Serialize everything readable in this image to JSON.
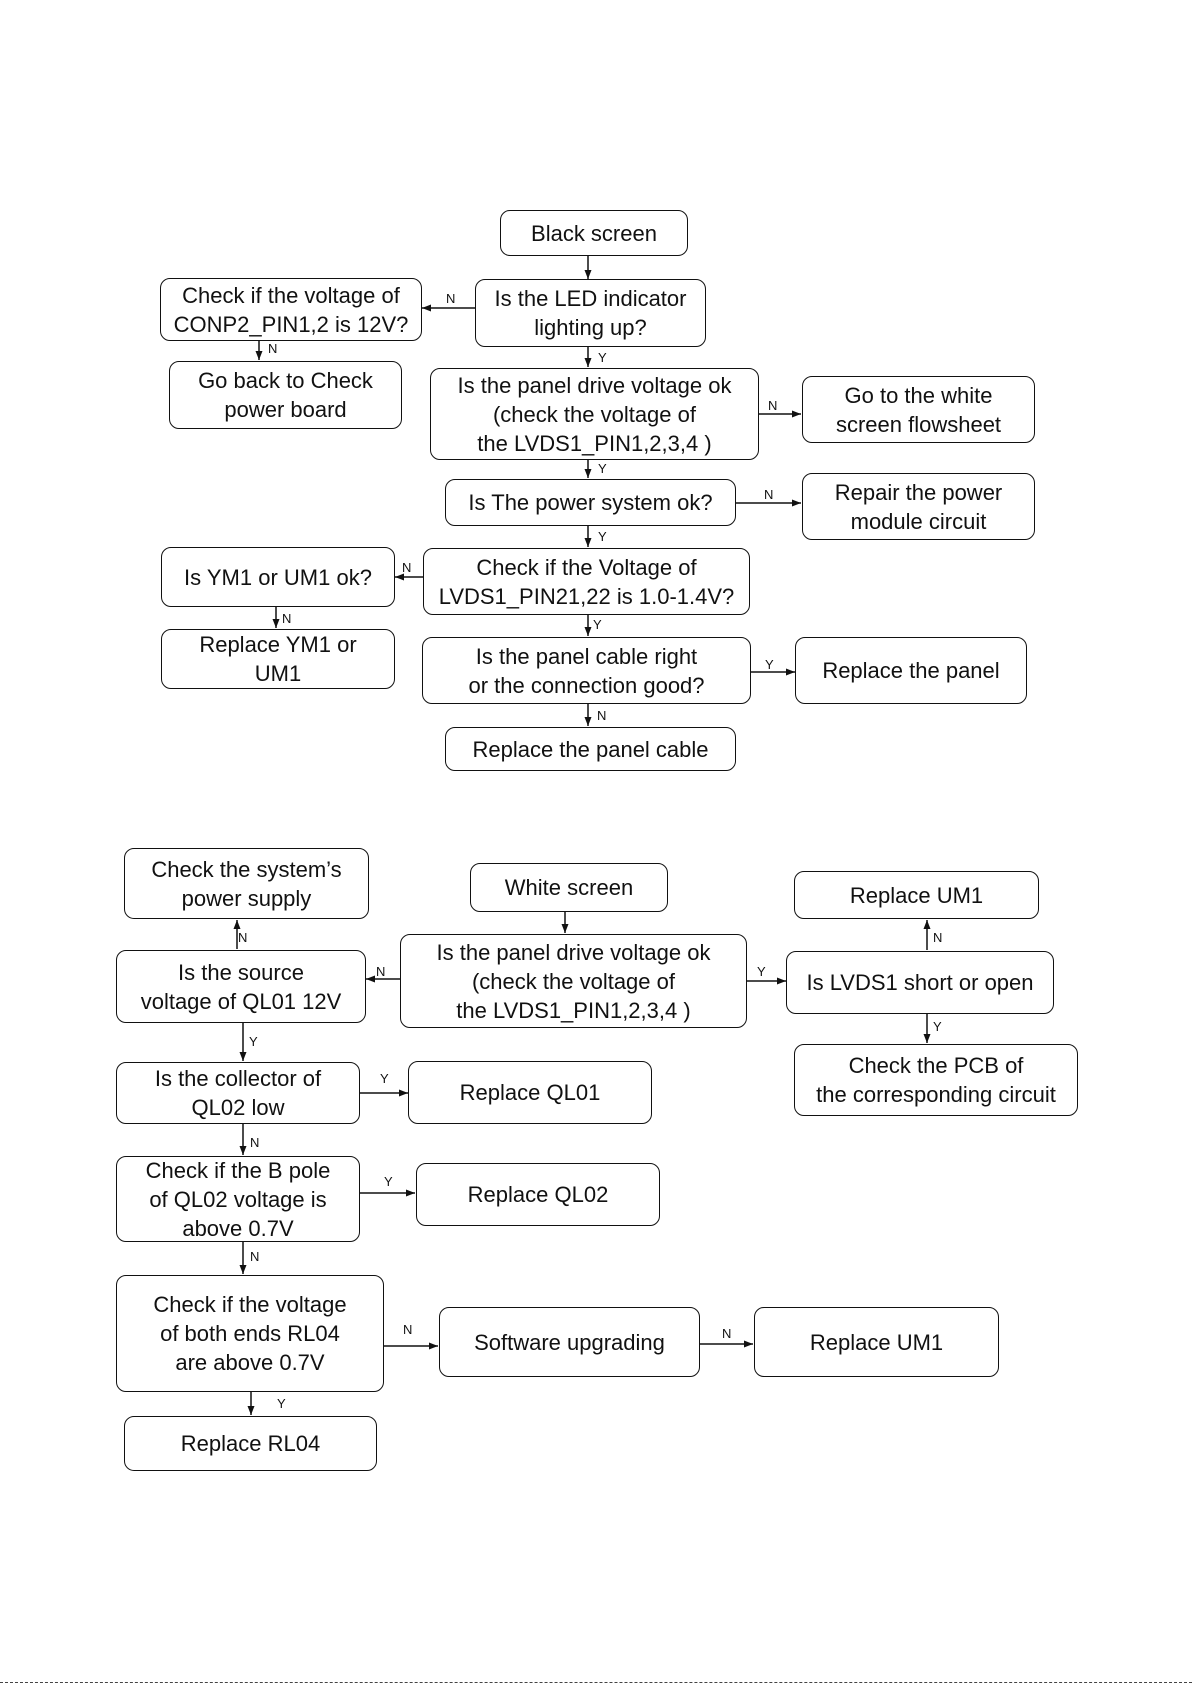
{
  "flow1": {
    "black_screen": "Black screen",
    "led_check": "Is the LED indicator\nlighting up?",
    "conp2_check": "Check if the voltage of\nCONP2_PIN1,2 is 12V?",
    "go_back_power": "Go back to Check\npower board",
    "panel_drive": "Is the panel drive voltage ok\n(check the voltage of\nthe LVDS1_PIN1,2,3,4 )",
    "white_flowsheet": "Go to the white\nscreen flowsheet",
    "power_system": "Is The power system ok?",
    "repair_power": "Repair the power\nmodule circuit",
    "lvds_voltage": "Check if the Voltage of\nLVDS1_PIN21,22 is 1.0-1.4V?",
    "ym1_check": "Is YM1 or UM1 ok?",
    "replace_ym1": "Replace YM1 or\nUM1",
    "panel_cable": "Is the panel cable right\nor the connection good?",
    "replace_panel": "Replace the panel",
    "replace_cable": "Replace the panel cable"
  },
  "flow2": {
    "white_screen": "White screen",
    "system_power": "Check the system’s\npower supply",
    "source_voltage": "Is the source\nvoltage of QL01 12V",
    "panel_drive": "Is the panel drive voltage ok\n(check the voltage of\nthe LVDS1_PIN1,2,3,4 )",
    "replace_um1_top": "Replace UM1",
    "lvds1_short": "Is LVDS1 short or open",
    "check_pcb": "Check the PCB of\nthe corresponding circuit",
    "collector_ql02": "Is the collector of\nQL02 low",
    "replace_ql01": "Replace QL01",
    "b_pole": "Check if the B pole\nof QL02 voltage is\nabove 0.7V",
    "replace_ql02": "Replace QL02",
    "rl04_check": "Check if the voltage\nof both ends RL04\nare above 0.7V",
    "software": "Software upgrading",
    "replace_um1_bottom": "Replace UM1",
    "replace_rl04": "Replace RL04"
  },
  "answers": {
    "yes": "Y",
    "no": "N"
  }
}
